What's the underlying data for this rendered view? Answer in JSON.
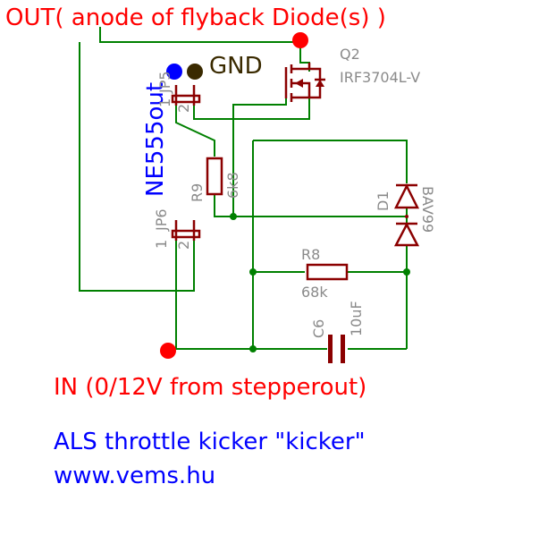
{
  "texts": {
    "out_label": "OUT( anode of flyback Diode(s) )",
    "gnd_label": "GND",
    "ne555_label": "NE555out",
    "in_label": "IN (0/12V from stepperout)",
    "title_line": "ALS throttle kicker \"kicker\"",
    "url_line": "www.vems.hu"
  },
  "parts": {
    "q2_name": "Q2",
    "q2_value": "IRF3704L-V",
    "d1_name": "D1",
    "d1_value": "BAV99",
    "r9_name": "R9",
    "r9_value": "6k8",
    "r8_name": "R8",
    "r8_value": "68k",
    "c6_name": "C6",
    "c6_value": "10uF",
    "jp6_name": "JP6",
    "jp6_pin1": "1",
    "jp6_pin2": "2",
    "jp_top_name": "JP5",
    "jp_top_pin1": "1",
    "jp_top_pin2": "2"
  },
  "colors": {
    "red": "#ff0000",
    "blue": "#0000ff",
    "dark_label": "#3a2a00",
    "wire": "#008000",
    "component": "#8b0000",
    "part_text": "#8a8a8a"
  }
}
